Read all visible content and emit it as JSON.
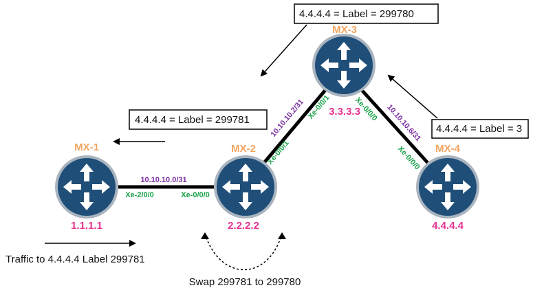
{
  "routers": [
    {
      "name": "MX-1",
      "ip": "1.1.1.1"
    },
    {
      "name": "MX-2",
      "ip": "2.2.2.2"
    },
    {
      "name": "MX-3",
      "ip": "3.3.3.3"
    },
    {
      "name": "MX-4",
      "ip": "4.4.4.4"
    }
  ],
  "links": [
    {
      "subnet": "10.10.10.0/31",
      "iface_a": "Xe-2/0/0",
      "iface_b": "Xe-0/0/0"
    },
    {
      "subnet": "10.10.10.2/31",
      "iface_a": "Xe-0/0/1",
      "iface_b": "Xe-0/0/1"
    },
    {
      "subnet": "10.10.10.6/31",
      "iface_a": "Xe-0/0/0",
      "iface_b": "Xe-0/0/0"
    }
  ],
  "label_boxes": {
    "top": "4.4.4.4 = Label = 299780",
    "left": "4.4.4.4 = Label = 299781",
    "right": "4.4.4.4 = Label = 3"
  },
  "captions": {
    "traffic": "Traffic to 4.4.4.4 Label 299781",
    "swap": "Swap 299781 to 299780"
  },
  "colors": {
    "router_fill": "#1f4e79",
    "router_ring": "#a9b4bf",
    "name": "#f4a460",
    "ip": "#e8348f",
    "subnet": "#7b2fa0",
    "iface": "#1aa34a"
  }
}
